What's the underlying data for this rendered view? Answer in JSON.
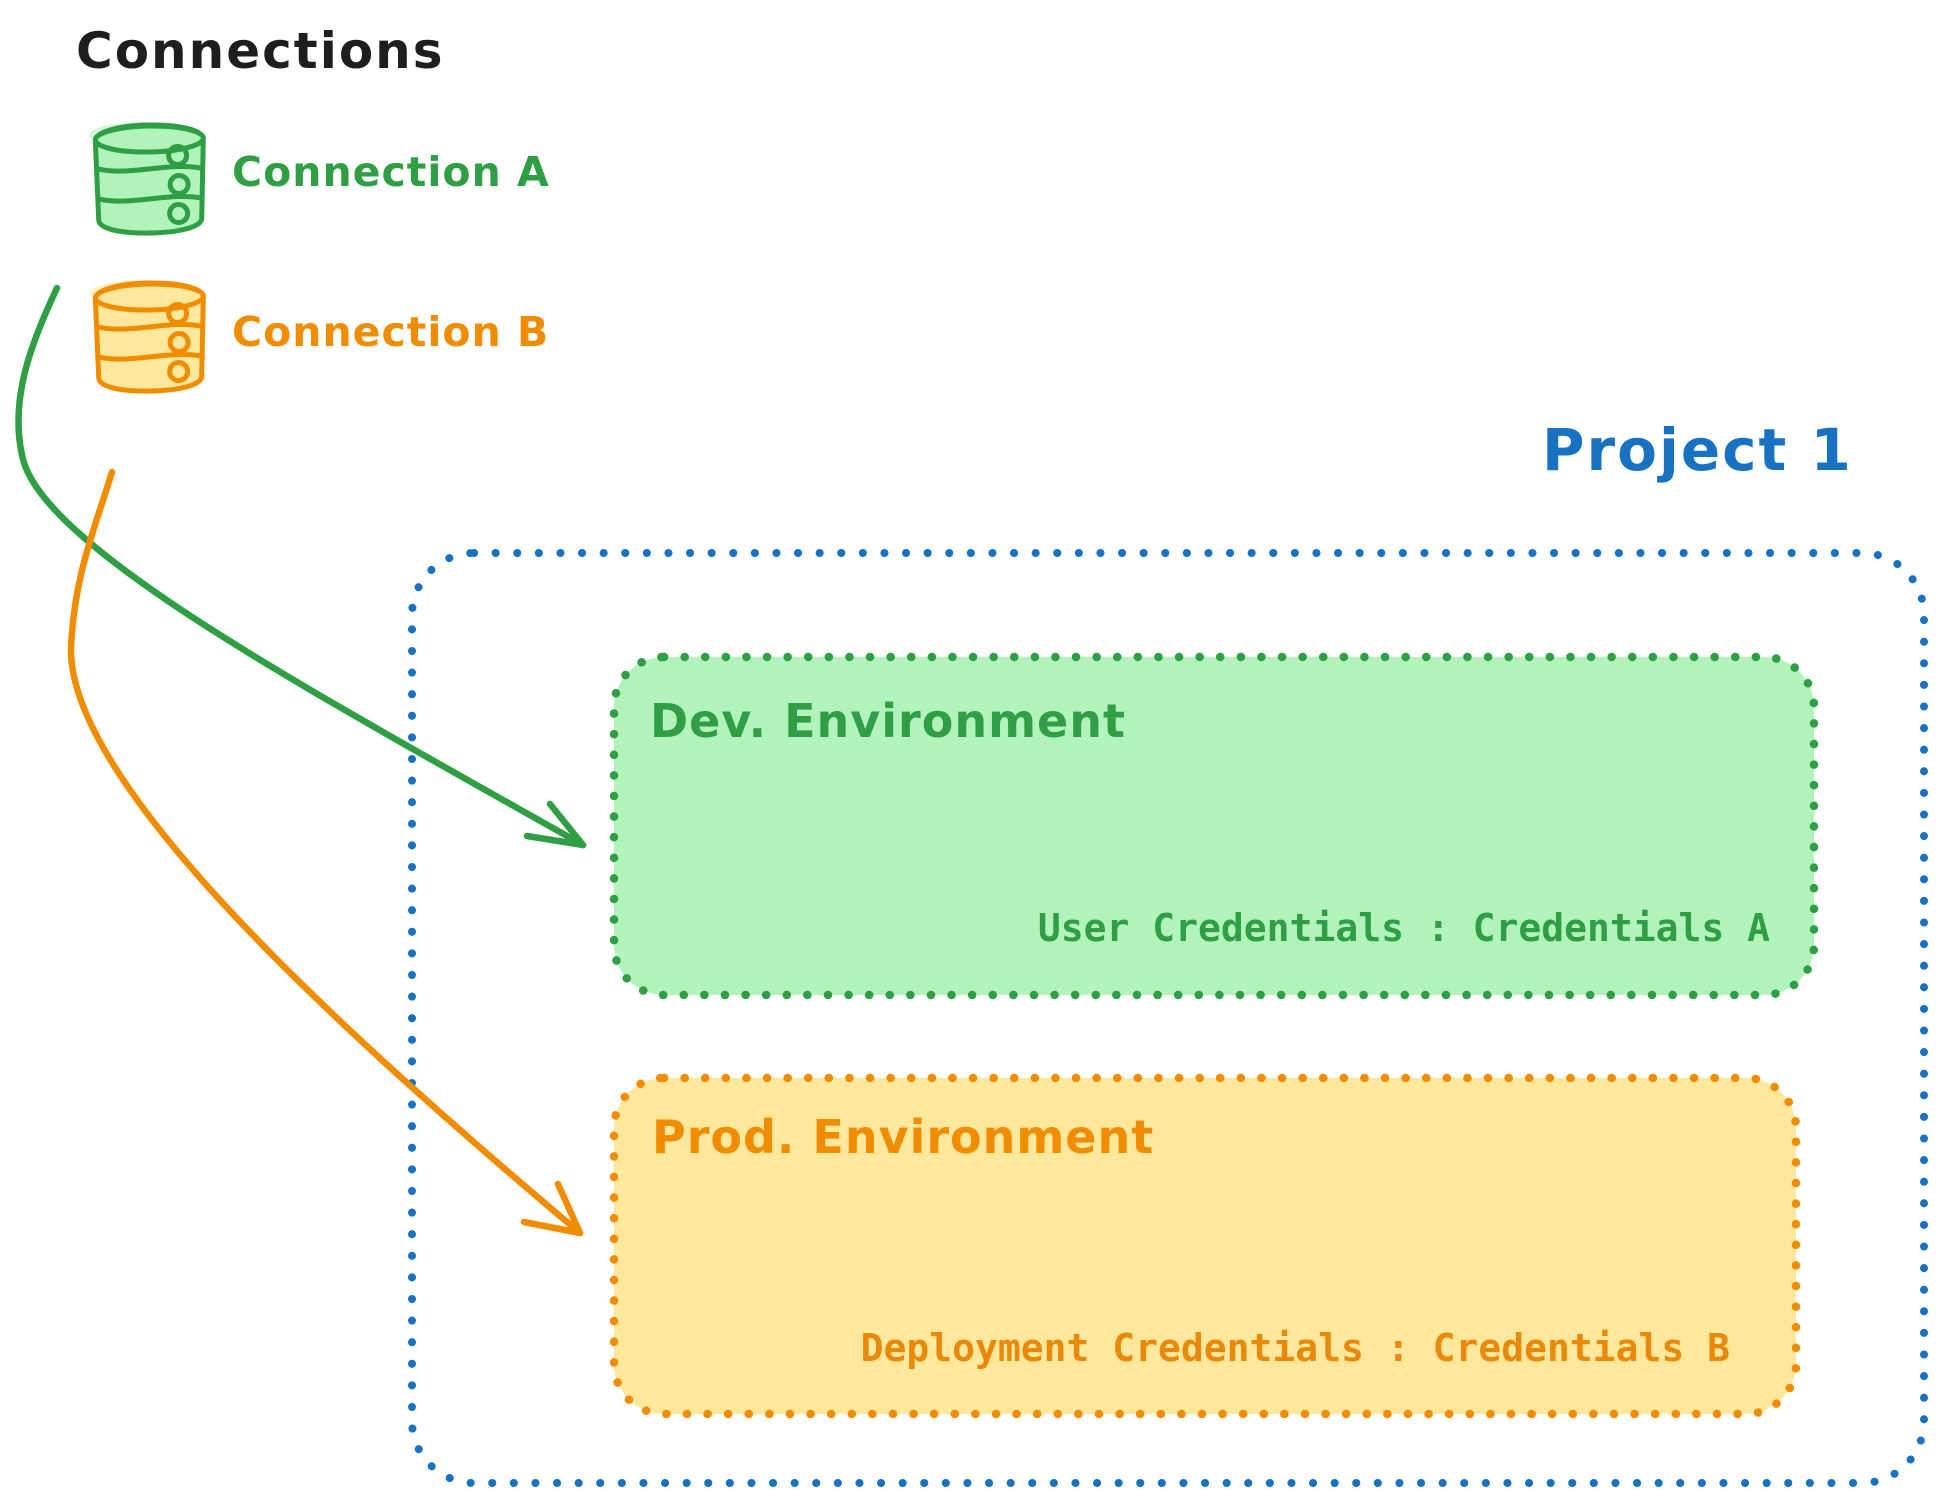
{
  "title": "Connections",
  "connections": [
    {
      "label": "Connection A",
      "icon": "database-icon",
      "color": "#2f9e44",
      "fill": "#b2f2bb"
    },
    {
      "label": "Connection B",
      "icon": "database-icon",
      "color": "#f08c00",
      "fill": "#ffe79b"
    }
  ],
  "project": {
    "label": "Project 1",
    "color": "#1971c2",
    "environments": [
      {
        "title": "Dev. Environment",
        "credentials": "User Credentials : Credentials A",
        "color": "#2f9e44",
        "fill": "#b2f2bb"
      },
      {
        "title": "Prod. Environment",
        "credentials": "Deployment Credentials : Credentials B",
        "color": "#f08c00",
        "fill": "#ffe79b"
      }
    ]
  },
  "arrows": [
    {
      "from": "Connection A",
      "to": "Dev. Environment",
      "color": "#2f9e44"
    },
    {
      "from": "Connection B",
      "to": "Prod. Environment",
      "color": "#f08c00"
    }
  ]
}
